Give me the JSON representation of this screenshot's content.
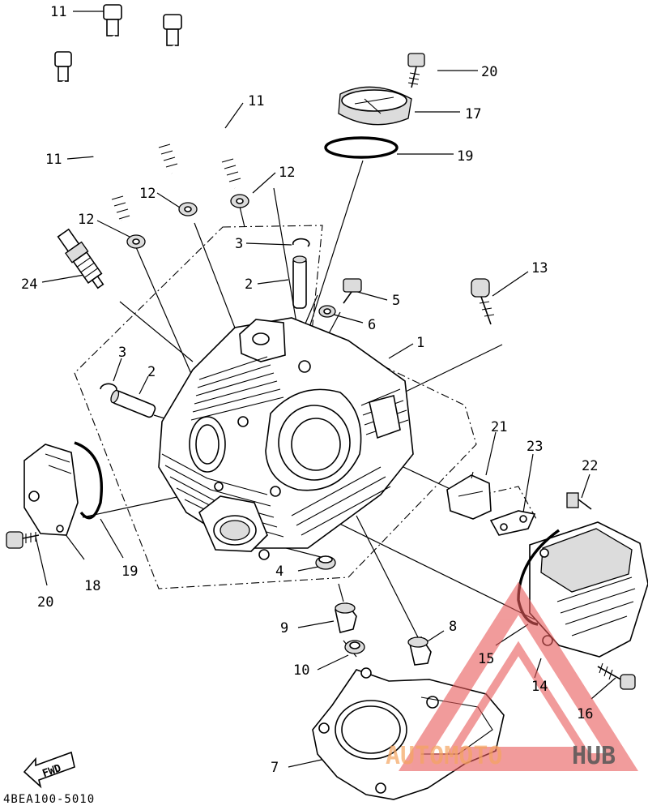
{
  "diagram": {
    "part_labels": [
      {
        "id": "11a",
        "text": "11"
      },
      {
        "id": "11b",
        "text": "11"
      },
      {
        "id": "11c",
        "text": "11"
      },
      {
        "id": "12a",
        "text": "12"
      },
      {
        "id": "12b",
        "text": "12"
      },
      {
        "id": "12c",
        "text": "12"
      },
      {
        "id": "20a",
        "text": "20"
      },
      {
        "id": "17",
        "text": "17"
      },
      {
        "id": "19a",
        "text": "19"
      },
      {
        "id": "3a",
        "text": "3"
      },
      {
        "id": "2a",
        "text": "2"
      },
      {
        "id": "24",
        "text": "24"
      },
      {
        "id": "5",
        "text": "5"
      },
      {
        "id": "6",
        "text": "6"
      },
      {
        "id": "13",
        "text": "13"
      },
      {
        "id": "1",
        "text": "1"
      },
      {
        "id": "3b",
        "text": "3"
      },
      {
        "id": "2b",
        "text": "2"
      },
      {
        "id": "21",
        "text": "21"
      },
      {
        "id": "23",
        "text": "23"
      },
      {
        "id": "22",
        "text": "22"
      },
      {
        "id": "19b",
        "text": "19"
      },
      {
        "id": "18",
        "text": "18"
      },
      {
        "id": "20b",
        "text": "20"
      },
      {
        "id": "4",
        "text": "4"
      },
      {
        "id": "9",
        "text": "9"
      },
      {
        "id": "8",
        "text": "8"
      },
      {
        "id": "10",
        "text": "10"
      },
      {
        "id": "15",
        "text": "15"
      },
      {
        "id": "14",
        "text": "14"
      },
      {
        "id": "16",
        "text": "16"
      },
      {
        "id": "7",
        "text": "7"
      }
    ],
    "fwd_label": "FWD",
    "diagram_code": "4BEA100-5010"
  },
  "watermark": {
    "text_a": "AUTOMOTO",
    "text_b": "HUB",
    "color_a": "#f4a460",
    "color_b": "#555555",
    "triangle_color": "#e85a5a"
  }
}
